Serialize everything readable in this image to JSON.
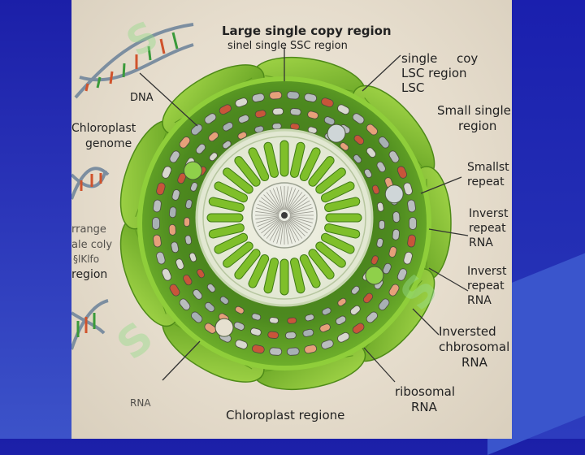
{
  "labels": {
    "top_main": "Large single copy region",
    "top_sub": "sinel single SSC region",
    "right_single_l1": "single",
    "right_single_l2": "coy",
    "right_lsc_region": "LSC region",
    "right_lsc": "LSC",
    "small_single_l1": "Small single",
    "small_single_l2": "region",
    "smallst_l1": "Smallst",
    "smallst_l2": "repeat",
    "inverst1_l1": "Inverst",
    "inverst1_l2": "repeat",
    "inverst1_l3": "RNA",
    "inverst2_l1": "Inverst",
    "inverst2_l2": "repeat",
    "inverst2_l3": "RNA",
    "inversted_l1": "Inversted",
    "inversted_l2": "chbrosomal",
    "inversted_l3": "RNA",
    "ribosomal_l1": "ribosomal",
    "ribosomal_l2": "RNA",
    "bottom_title": "Chloroplast regione",
    "rna_left": "RNA",
    "dna": "DNA",
    "cp_genome_l1": "Chloroplast",
    "cp_genome_l2": "genome",
    "left_cut_l1": "rrange",
    "left_cut_l2": "ale coly",
    "left_cut_l3": "§lKlfo",
    "left_cut_l4": "region"
  },
  "colors": {
    "leaf_green": "#7fbf2a",
    "dark_green": "#2f5a14",
    "bead_red": "#c8553a",
    "bead_grey": "#b9bdbd",
    "panel_bg": "#e8e0d0"
  }
}
